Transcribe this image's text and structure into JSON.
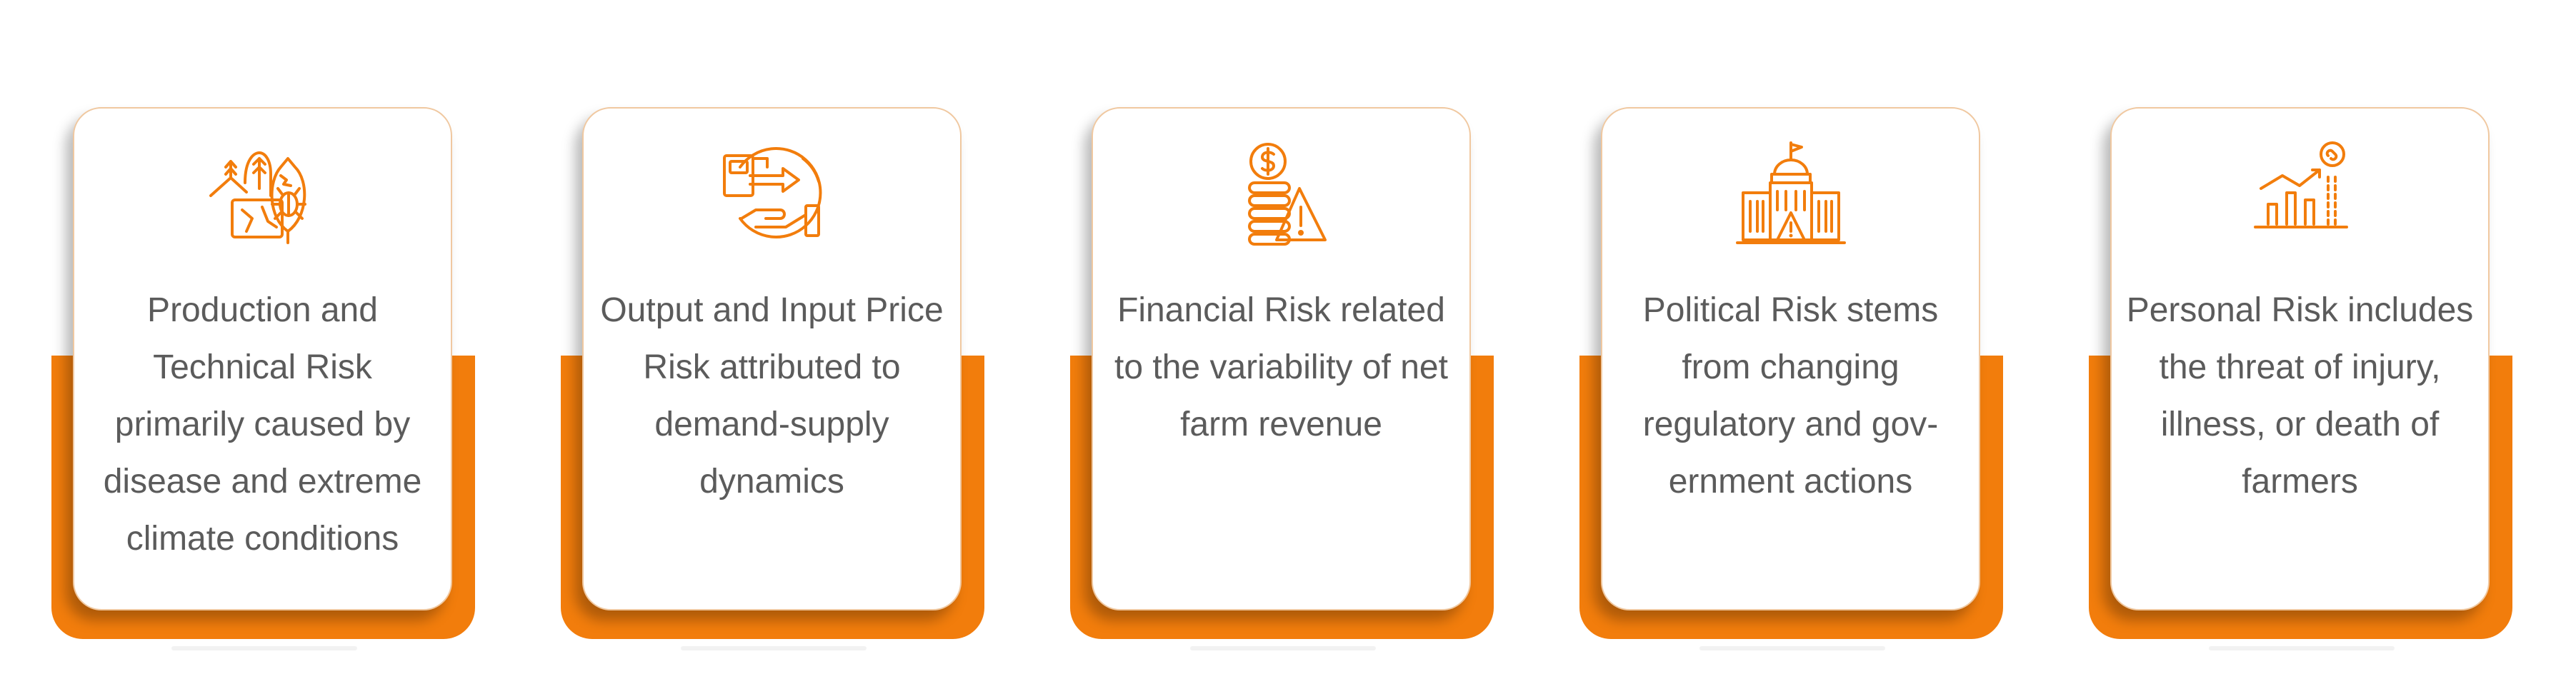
{
  "colors": {
    "accent": "#f27d0c",
    "card_border": "#f0c8a0",
    "text": "#5b5b5b",
    "background": "#ffffff"
  },
  "cards": [
    {
      "icon": "farm-crop-pest-icon",
      "label": "Production and Technical Risk primarily caused by disease and extreme climate conditions"
    },
    {
      "icon": "price-exchange-icon",
      "label": "Output and Input Price Risk attributed to demand-supply dynamics"
    },
    {
      "icon": "coins-warning-icon",
      "label": "Financial Risk related to the variability of net farm revenue"
    },
    {
      "icon": "government-building-warning-icon",
      "label": "Political Risk stems from changing regulatory and gov-ernment actions"
    },
    {
      "icon": "chart-injury-icon",
      "label": "Personal Risk includes the threat of injury, illness, or death of farmers"
    }
  ]
}
